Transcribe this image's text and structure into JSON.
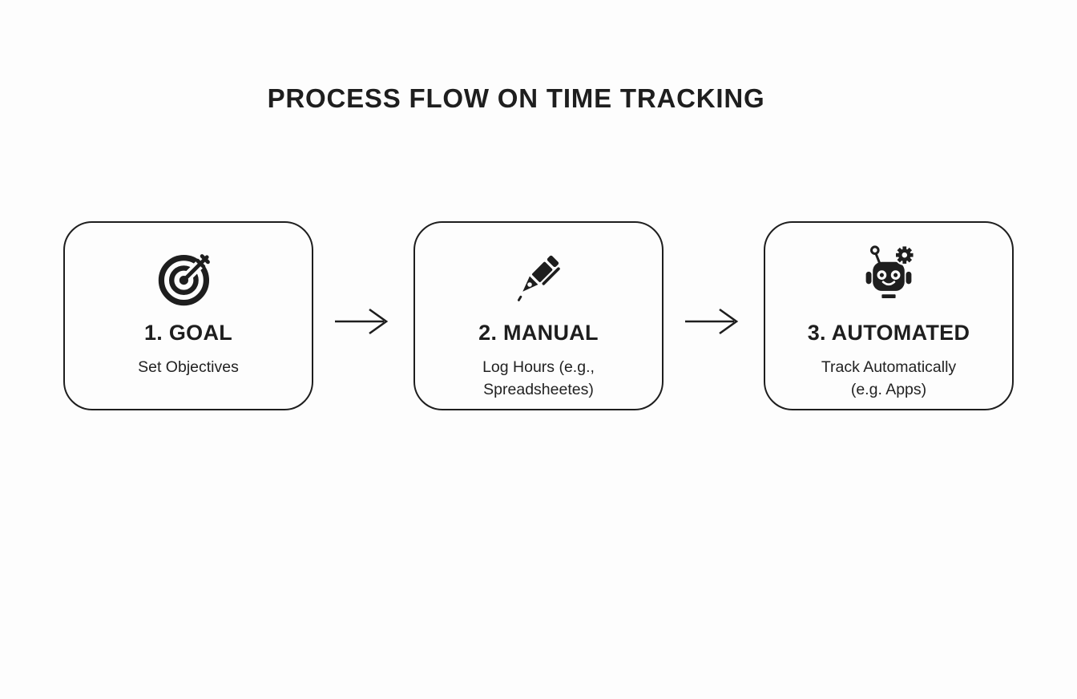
{
  "page": {
    "title": "PROCESS FLOW ON TIME TRACKING",
    "background_color": "#fdfdfd",
    "ink_color": "#1e1e1e"
  },
  "flow": {
    "connector_icon": "arrow-right-icon",
    "steps": [
      {
        "icon": "target-bullseye-icon",
        "label": "1. GOAL",
        "description": [
          "Set Objectives"
        ]
      },
      {
        "icon": "pen-icon",
        "label": "2. MANUAL",
        "description": [
          "Log Hours (e.g.,",
          "Spreadsheetes)"
        ]
      },
      {
        "icon": "robot-icon",
        "label": "3. AUTOMATED",
        "description": [
          "Track Automatically",
          "(e.g. Apps)"
        ]
      }
    ]
  }
}
